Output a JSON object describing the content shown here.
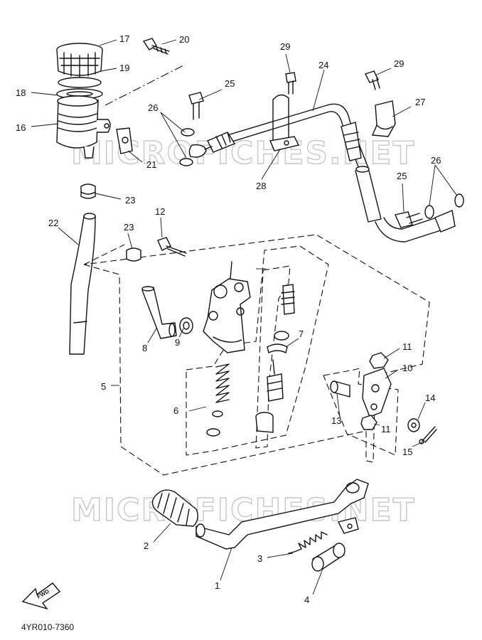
{
  "watermarks": [
    "MICROFICHES.NET",
    "MICROFICHES.NET"
  ],
  "diagram_code": "4YR010-7360",
  "fwd_label": "FWD",
  "callouts": {
    "c1": "1",
    "c2": "2",
    "c3": "3",
    "c4": "4",
    "c5": "5",
    "c6": "6",
    "c7": "7",
    "c8": "8",
    "c9": "9",
    "c10": "10",
    "c11a": "11",
    "c11b": "11",
    "c12": "12",
    "c13": "13",
    "c14": "14",
    "c15": "15",
    "c16": "16",
    "c17": "17",
    "c18": "18",
    "c19": "19",
    "c20": "20",
    "c21": "21",
    "c22": "22",
    "c23a": "23",
    "c23b": "23",
    "c24": "24",
    "c25a": "25",
    "c25b": "25",
    "c26a": "26",
    "c26b": "26",
    "c27": "27",
    "c28": "28",
    "c29a": "29",
    "c29b": "29"
  }
}
